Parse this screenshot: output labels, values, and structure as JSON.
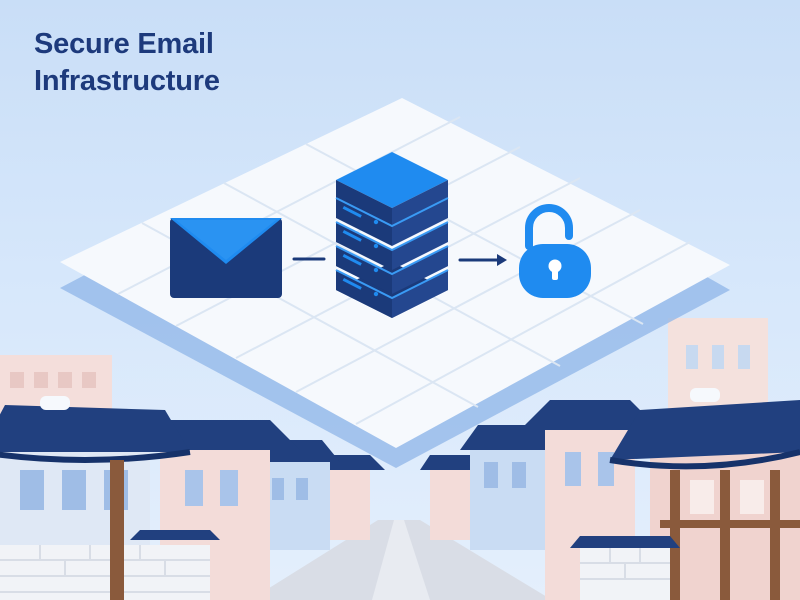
{
  "title": {
    "line1": "Secure Email",
    "line2": "Infrastructure"
  },
  "flow": {
    "steps": [
      "envelope-icon",
      "server-stack-icon",
      "padlock-icon"
    ],
    "connectors": [
      "line",
      "arrow"
    ]
  },
  "colors": {
    "navy": "#1b3a7a",
    "accent_blue": "#1f8bf0",
    "sky": "#cfe3f8",
    "platform": "#f6f9fd",
    "grid": "#dbe6f3",
    "roof": "#21407f",
    "wall_pink": "#f3dcd9",
    "wall_blue": "#c9dcf3"
  }
}
